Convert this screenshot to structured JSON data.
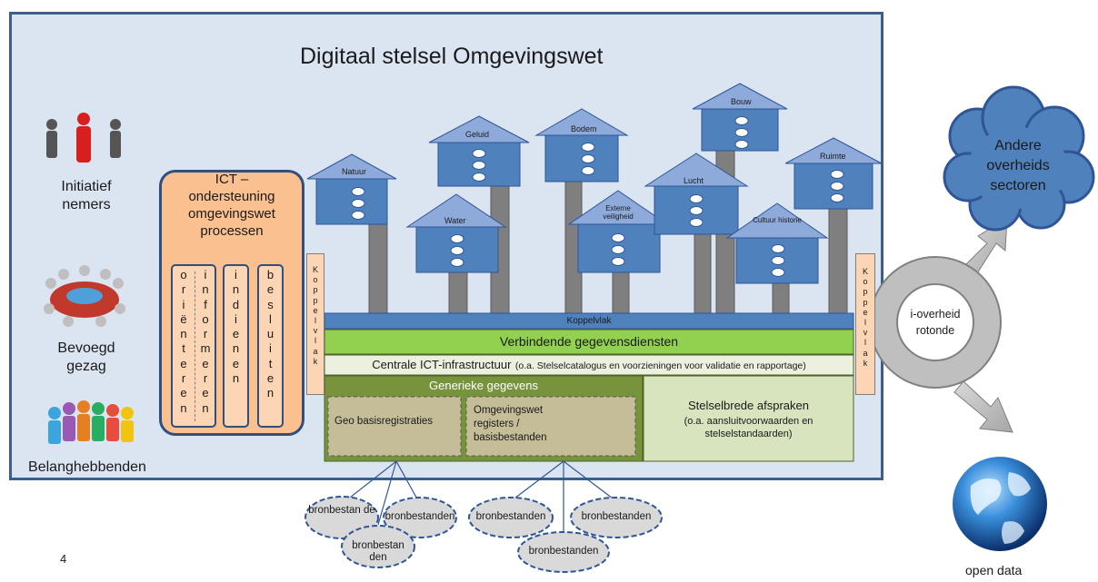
{
  "title": "Digitaal stelsel Omgevingswet",
  "actors": [
    {
      "label": "Initiatief nemers",
      "lines": [
        "Initiatief",
        "nemers"
      ]
    },
    {
      "label": "Bevoegd gezag",
      "lines": [
        "Bevoegd",
        "gezag"
      ]
    },
    {
      "label": "Belanghebbenden",
      "lines": [
        "Belanghebbenden"
      ]
    }
  ],
  "ict_box": {
    "title_lines": [
      "ICT –",
      "ondersteuning",
      "omgevingswet",
      "processen"
    ],
    "processes": [
      "oriënteren",
      "informeren",
      "indienen",
      "besluiten"
    ]
  },
  "koppelvlak_vertical": "Koppelvlak",
  "houses": [
    "Natuur",
    "Geluid",
    "Water",
    "Bodem",
    "Externe veiligheid",
    "Bouw",
    "Lucht",
    "Cultuur historie",
    "Ruimte"
  ],
  "bands": {
    "koppelvlak": "Koppelvlak",
    "verbindende": "Verbindende gegevensdiensten",
    "centrale_main": "Centrale ICT-infrastructuur",
    "centrale_sub": "(o.a. Stelselcatalogus en voorzieningen voor validatie en rapportage)",
    "generieke": "Generieke gegevens",
    "geo": "Geo basisregistraties",
    "omgevingswet_registers": "Omgevingswet registers / basisbestanden",
    "stelselbrede_title": "Stelselbrede afspraken",
    "stelselbrede_sub": "(o.a. aansluitvoorwaarden en stelselstandaarden)"
  },
  "sources": [
    "bronbestan de",
    "bronbestanden",
    "bronbestan den",
    "bronbestanden",
    "bronbestanden",
    "bronbestanden"
  ],
  "rotonde": "i-overheid rotonde",
  "cloud": "Andere overheids sectoren",
  "open_data": "open data",
  "page_number": "4",
  "colors": {
    "frame_bg": "#dbe5f1",
    "frame_border": "#3b5f8a",
    "house_blue": "#4f81bd",
    "pillar": "#7f7f7f",
    "green_band": "#92d050",
    "green_dark": "#77933c",
    "tan_box": "#c4bd97",
    "ict_orange": "#fac090",
    "cloud_blue": "#4f81bd"
  }
}
